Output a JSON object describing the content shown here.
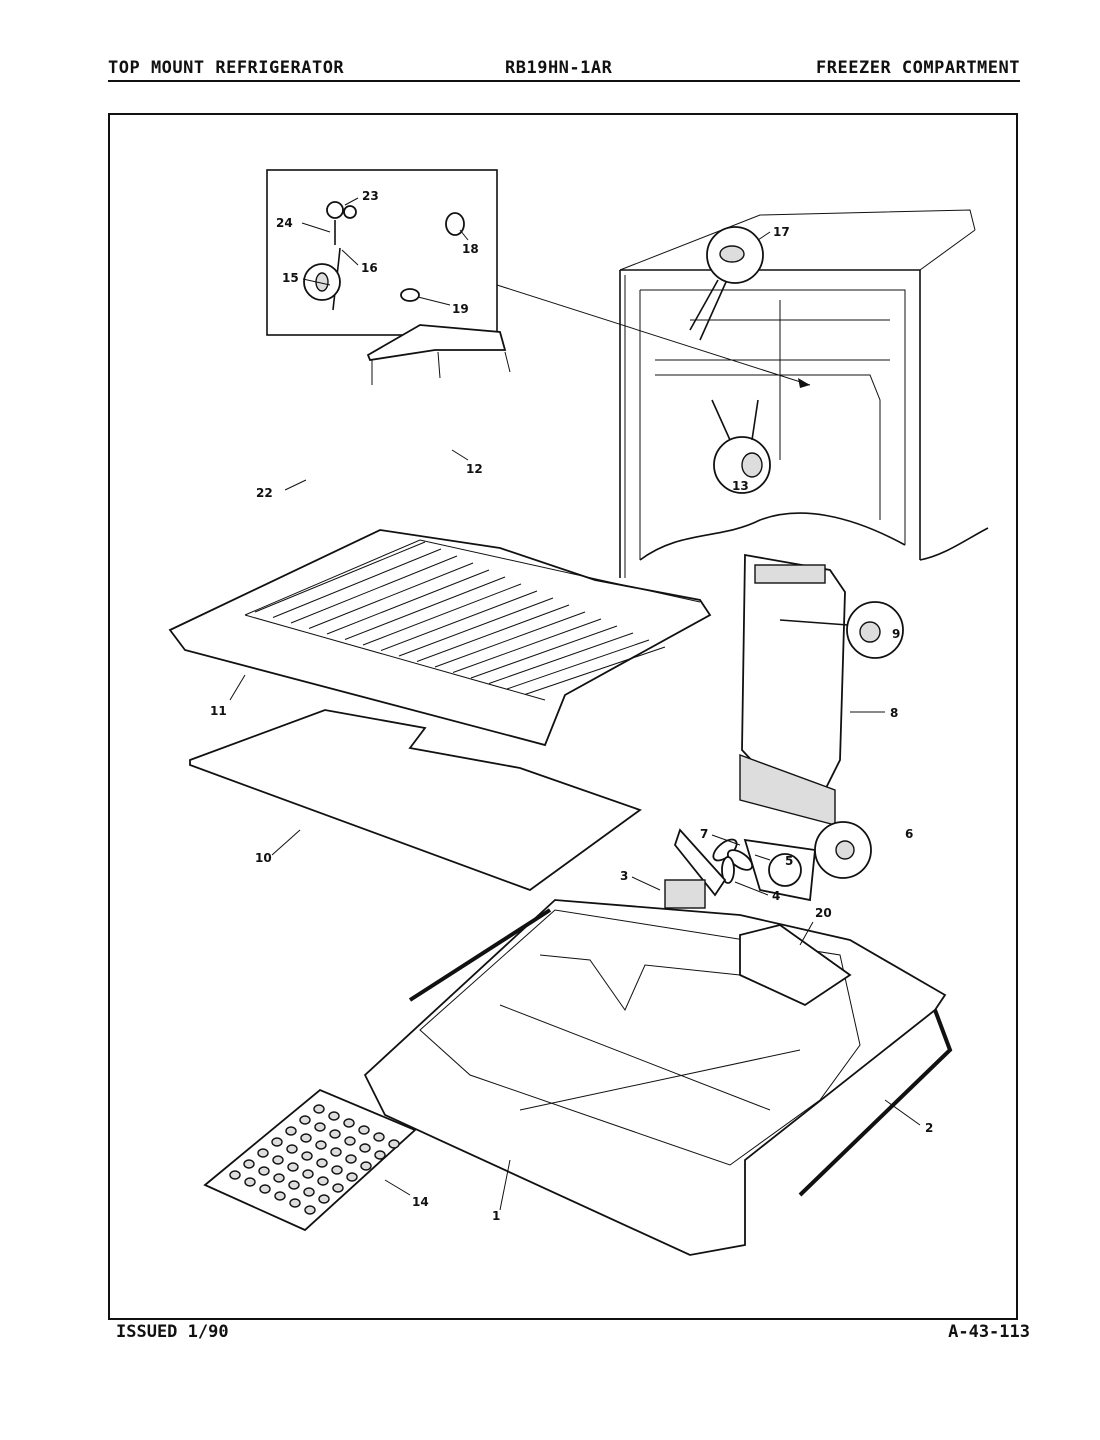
{
  "header": {
    "left": "TOP MOUNT REFRIGERATOR",
    "model": "RB19HN-1AR",
    "right": "FREEZER COMPARTMENT"
  },
  "footer": {
    "issued": "ISSUED 1/90",
    "code": "A-43-113"
  },
  "callouts": {
    "c1": "1",
    "c2": "2",
    "c3": "3",
    "c4": "4",
    "c5": "5",
    "c6": "6",
    "c7": "7",
    "c8": "8",
    "c9": "9",
    "c10": "10",
    "c11": "11",
    "c12": "12",
    "c13": "13",
    "c14": "14",
    "c15": "15",
    "c16": "16",
    "c17": "17",
    "c18": "18",
    "c19": "19",
    "c20": "20",
    "c22": "22",
    "c23": "23",
    "c24": "24"
  }
}
